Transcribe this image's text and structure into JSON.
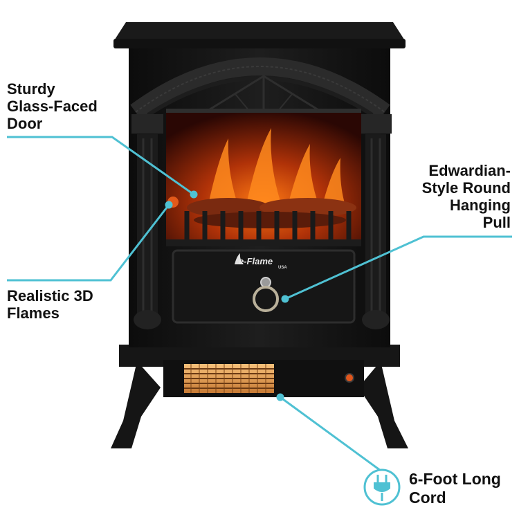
{
  "callouts": {
    "door": "Sturdy\nGlass-Faced\nDoor",
    "pull": "Edwardian-\nStyle Round\nHanging\nPull",
    "flames": "Realistic 3D\nFlames",
    "cord": "6-Foot Long\nCord"
  },
  "product": {
    "brand_name": "e-Flame",
    "brand_sub": "USA"
  },
  "icons": [
    "plug-icon",
    "flame-logo-icon"
  ],
  "colors": {
    "callout_line": "#4fc1d3",
    "body": "#121212",
    "fire": "#ff7a14",
    "heater_glow": "#f0a55a"
  }
}
